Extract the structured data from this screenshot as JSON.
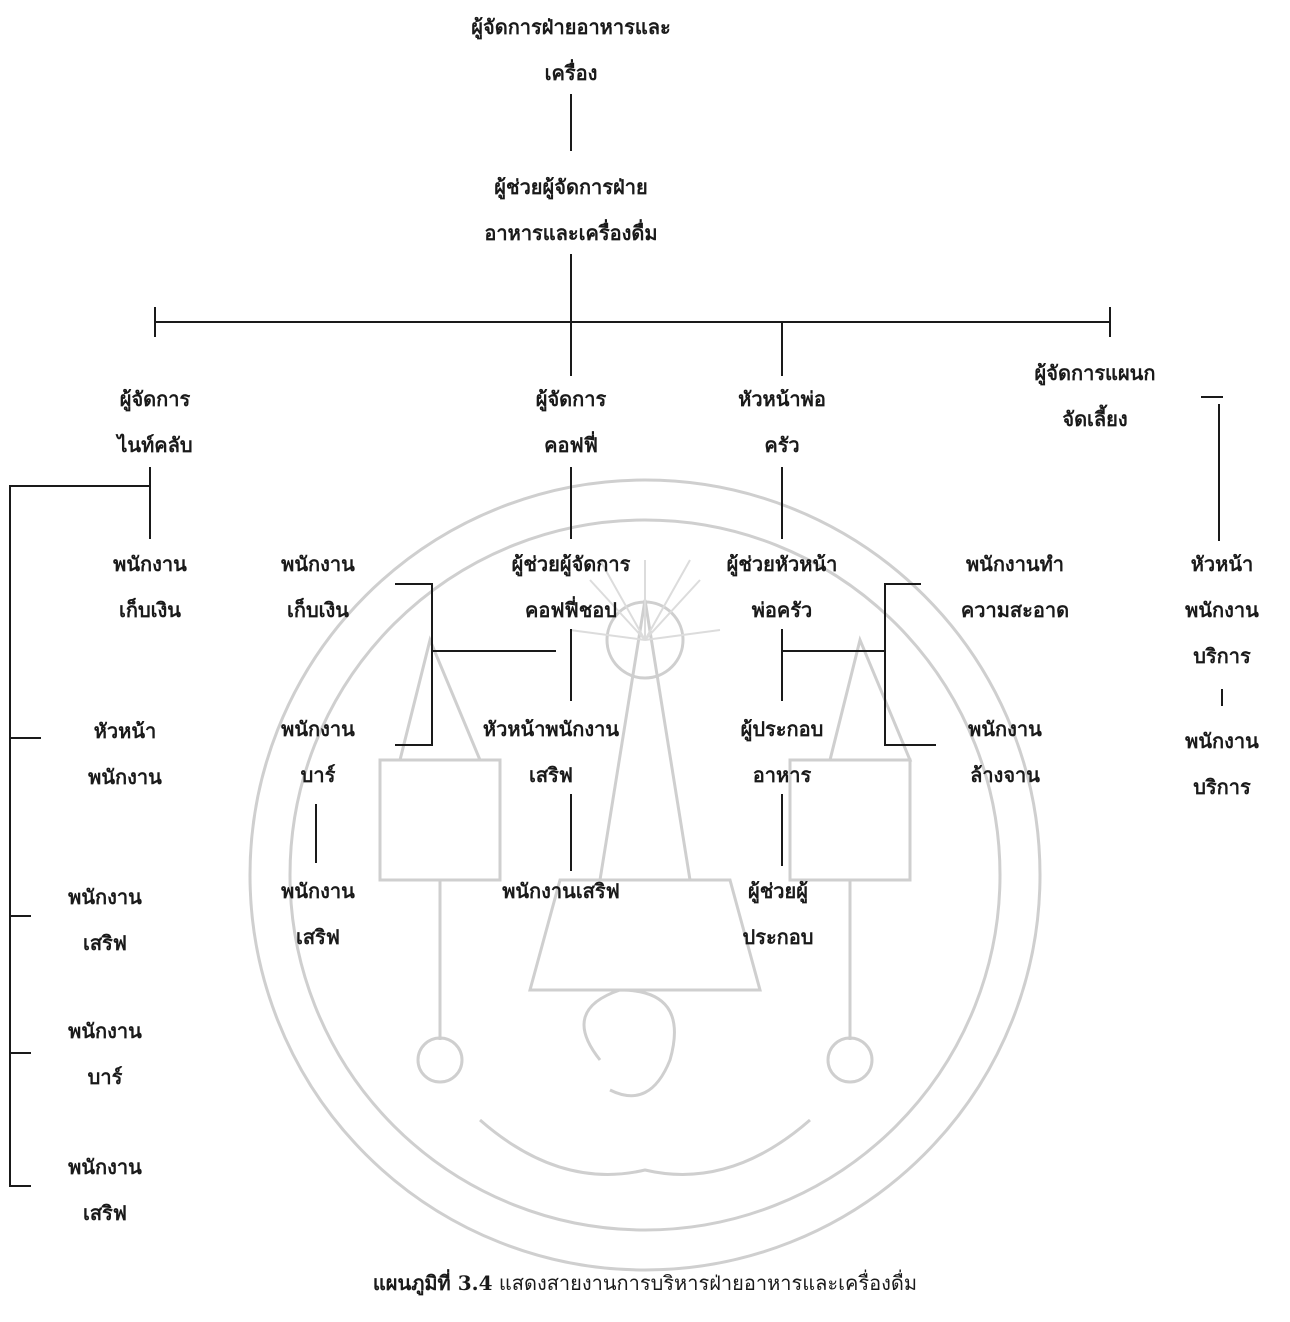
{
  "nodes": {
    "director": [
      "ผู้จัดการฝ่ายอาหารและ",
      "เครื่อง"
    ],
    "assistant_director": [
      "ผู้ช่วยผู้จัดการฝ่าย",
      "อาหารและเครื่องดื่ม"
    ],
    "nightclub_manager": [
      "ผู้จัดการ",
      "ไนท์คลับ"
    ],
    "coffee_manager": [
      "ผู้จัดการ",
      "คอฟฟี่"
    ],
    "head_chef": [
      "หัวหน้าพ่อ",
      "ครัว"
    ],
    "banquet_manager": [
      "ผู้จัดการแผนก",
      "จัดเลี้ยง"
    ],
    "nc_cashier": [
      "พนักงาน",
      "เก็บเงิน"
    ],
    "nc_head_staff": [
      "หัวหน้า",
      "พนักงาน"
    ],
    "nc_server_1": [
      "พนักงาน",
      "เสริฟ"
    ],
    "nc_bar": [
      "พนักงาน",
      "บาร์"
    ],
    "nc_server_2": [
      "พนักงาน",
      "เสริฟ"
    ],
    "cf_cashier": [
      "พนักงาน",
      "เก็บเงิน"
    ],
    "cf_bar": [
      "พนักงาน",
      "บาร์"
    ],
    "cf_bar_server": [
      "พนักงาน",
      "เสริฟ"
    ],
    "cf_assistant": [
      "ผู้ช่วยผู้จัดการ",
      "คอฟฟี่ชอป"
    ],
    "cf_head_server": [
      "หัวหน้าพนักงาน",
      "เสริฟ"
    ],
    "cf_server": [
      "พนักงานเสริฟ"
    ],
    "ch_assistant": [
      "ผู้ช่วยหัวหน้า",
      "พ่อครัว"
    ],
    "ch_cook": [
      "ผู้ประกอบ",
      "อาหาร"
    ],
    "ch_cook_assistant": [
      "ผู้ช่วยผู้",
      "ประกอบ"
    ],
    "ch_cleaner": [
      "พนักงานทำ",
      "ความสะอาด"
    ],
    "ch_dishwasher": [
      "พนักงาน",
      "ล้างจาน"
    ],
    "bq_head_service": [
      "หัวหน้า",
      "พนักงาน",
      "บริการ"
    ],
    "bq_service": [
      "พนักงาน",
      "บริการ"
    ]
  },
  "caption": {
    "label": "แผนภูมิที่ 3.4",
    "text": " แสดงสายงานการบริหารฝ่ายอาหารและเครื่องดื่ม"
  },
  "colors": {
    "line": "#1a1a1a",
    "text": "#1a1a1a",
    "watermark": "#cfcfcf",
    "background": "#ffffff"
  }
}
